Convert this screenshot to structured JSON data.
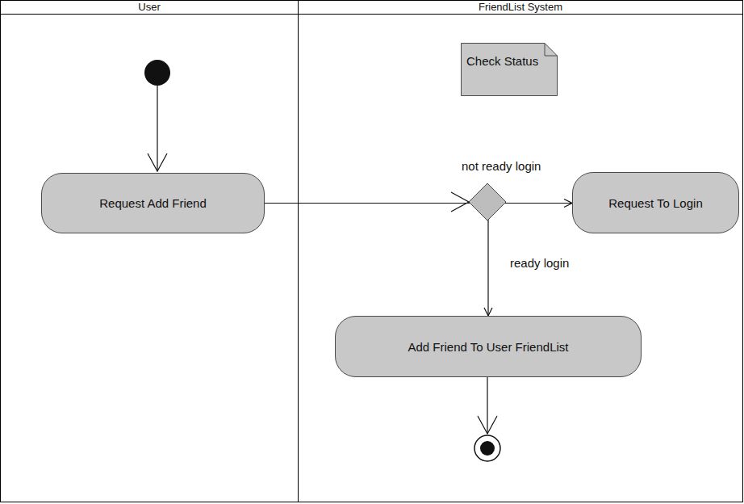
{
  "diagram": {
    "nodes": [
      {
        "text": [
          "User"
        ]
      },
      {
        "text": [
          "FriendList System"
        ]
      },
      {
        "text": [
          "Request Add Friend"
        ],
        "in": 0
      },
      {
        "text": [
          "Check Status"
        ],
        "in": 1
      },
      {
        "text": [
          "Request To Login"
        ],
        "in": 1
      },
      {
        "text": [
          "Add Friend To User FriendList"
        ],
        "in": 1
      }
    ],
    "edges": [
      {
        "from": 2,
        "to": 4,
        "label": "not ready login",
        "arrow": "to"
      },
      {
        "from": 2,
        "to": 5,
        "label": "ready login",
        "arrow": "to"
      }
    ]
  }
}
